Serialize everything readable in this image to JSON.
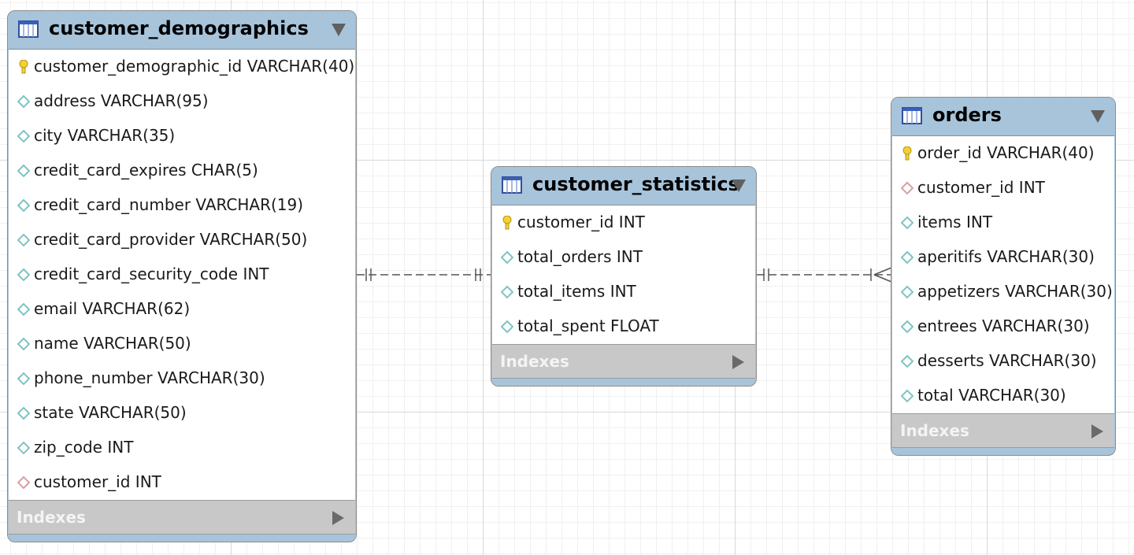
{
  "tables": {
    "customer_demographics": {
      "title": "customer_demographics",
      "indexes_label": "Indexes",
      "columns": [
        {
          "text": "customer_demographic_id VARCHAR(40)",
          "icon": "primary-key-icon"
        },
        {
          "text": "address VARCHAR(95)",
          "icon": "column-diamond-icon"
        },
        {
          "text": "city VARCHAR(35)",
          "icon": "column-diamond-icon"
        },
        {
          "text": "credit_card_expires CHAR(5)",
          "icon": "column-diamond-icon"
        },
        {
          "text": "credit_card_number VARCHAR(19)",
          "icon": "column-diamond-icon"
        },
        {
          "text": "credit_card_provider VARCHAR(50)",
          "icon": "column-diamond-icon"
        },
        {
          "text": "credit_card_security_code INT",
          "icon": "column-diamond-icon"
        },
        {
          "text": "email VARCHAR(62)",
          "icon": "column-diamond-icon"
        },
        {
          "text": "name VARCHAR(50)",
          "icon": "column-diamond-icon"
        },
        {
          "text": "phone_number VARCHAR(30)",
          "icon": "column-diamond-icon"
        },
        {
          "text": "state VARCHAR(50)",
          "icon": "column-diamond-icon"
        },
        {
          "text": "zip_code INT",
          "icon": "column-diamond-icon"
        },
        {
          "text": "customer_id INT",
          "icon": "foreign-key-diamond-icon"
        }
      ]
    },
    "customer_statistics": {
      "title": "customer_statistics",
      "indexes_label": "Indexes",
      "columns": [
        {
          "text": "customer_id INT",
          "icon": "primary-key-icon"
        },
        {
          "text": "total_orders INT",
          "icon": "column-diamond-icon"
        },
        {
          "text": "total_items INT",
          "icon": "column-diamond-icon"
        },
        {
          "text": "total_spent FLOAT",
          "icon": "column-diamond-icon"
        }
      ]
    },
    "orders": {
      "title": "orders",
      "indexes_label": "Indexes",
      "columns": [
        {
          "text": "order_id VARCHAR(40)",
          "icon": "primary-key-icon"
        },
        {
          "text": "customer_id INT",
          "icon": "foreign-key-diamond-icon"
        },
        {
          "text": "items INT",
          "icon": "column-diamond-icon"
        },
        {
          "text": "aperitifs VARCHAR(30)",
          "icon": "column-diamond-icon"
        },
        {
          "text": "appetizers VARCHAR(30)",
          "icon": "column-diamond-icon"
        },
        {
          "text": "entrees VARCHAR(30)",
          "icon": "column-diamond-icon"
        },
        {
          "text": "desserts VARCHAR(30)",
          "icon": "column-diamond-icon"
        },
        {
          "text": "total VARCHAR(30)",
          "icon": "column-diamond-icon"
        }
      ]
    }
  },
  "relationships": [
    {
      "from": "customer_demographics",
      "to": "customer_statistics",
      "type": "one-to-one"
    },
    {
      "from": "customer_statistics",
      "to": "orders",
      "type": "one-to-many"
    }
  ],
  "colors": {
    "header": "#a7c4db",
    "indexes_bar": "#c8c8c8",
    "key_icon": "#f2d230",
    "column_diamond": "#7fc4c4",
    "foreign_key_diamond": "#d9a0a0"
  }
}
